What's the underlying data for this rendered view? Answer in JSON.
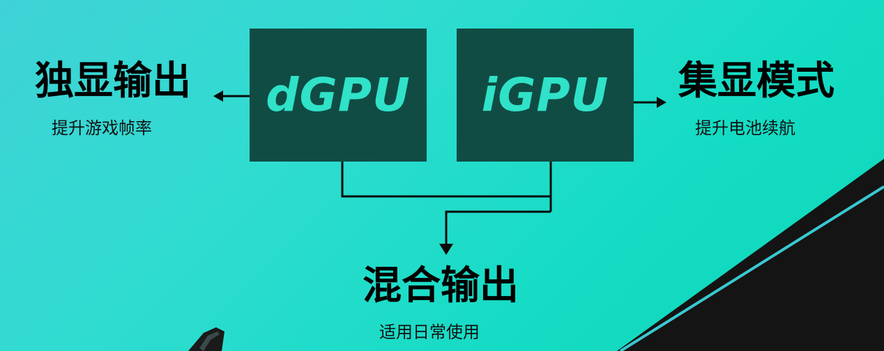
{
  "chips": {
    "dgpu": "dGPU",
    "igpu": "iGPU"
  },
  "modes": {
    "discrete": {
      "title": "独显输出",
      "subtitle": "提升游戏帧率"
    },
    "integrated": {
      "title": "集显模式",
      "subtitle": "提升电池续航"
    },
    "hybrid": {
      "title": "混合输出",
      "subtitle": "适用日常使用"
    }
  },
  "colors": {
    "background": "#1cdcc8",
    "chip_fill": "#104c44",
    "chip_text": "#2fe2c8",
    "corner_dark": "#141414",
    "corner_stripe": "#3ac8d0",
    "connector": "#0a0a0a"
  }
}
